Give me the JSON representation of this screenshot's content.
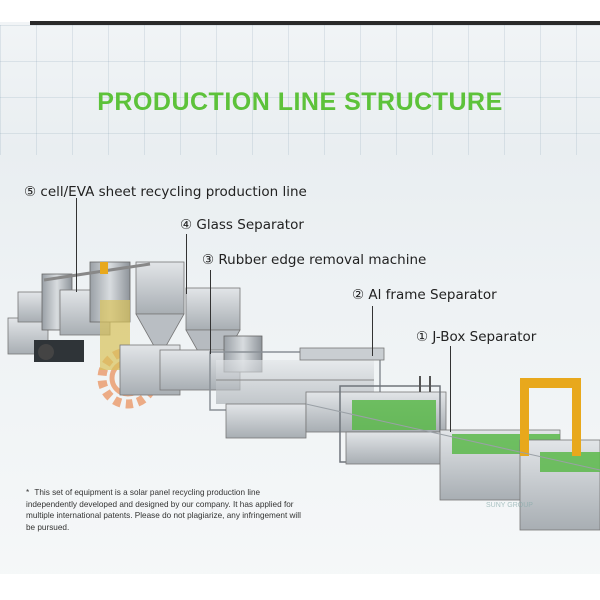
{
  "title": "PRODUCTION LINE STRUCTURE",
  "labels": [
    {
      "num": "⑤",
      "text": "cell/EVA sheet recycling production line"
    },
    {
      "num": "④",
      "text": "Glass Separator"
    },
    {
      "num": "③",
      "text": "Rubber edge removal machine"
    },
    {
      "num": "②",
      "text": "Al frame Separator"
    },
    {
      "num": "①",
      "text": "J-Box Separator"
    }
  ],
  "note": {
    "bullet": "*",
    "text": "This set of equipment is a solar panel recycling production line independently developed and designed by our company. It has applied for multiple international patents. Please do not plagiarize, any infringement will be pursued."
  },
  "watermark": "SUNY GROUP",
  "colors": {
    "title_green": "#5dc23a",
    "machine_gray": "#bfc4c8",
    "conveyor_green": "#5bb84a",
    "frame_yellow": "#e8a81c",
    "gear_orange": "#e8702a"
  }
}
